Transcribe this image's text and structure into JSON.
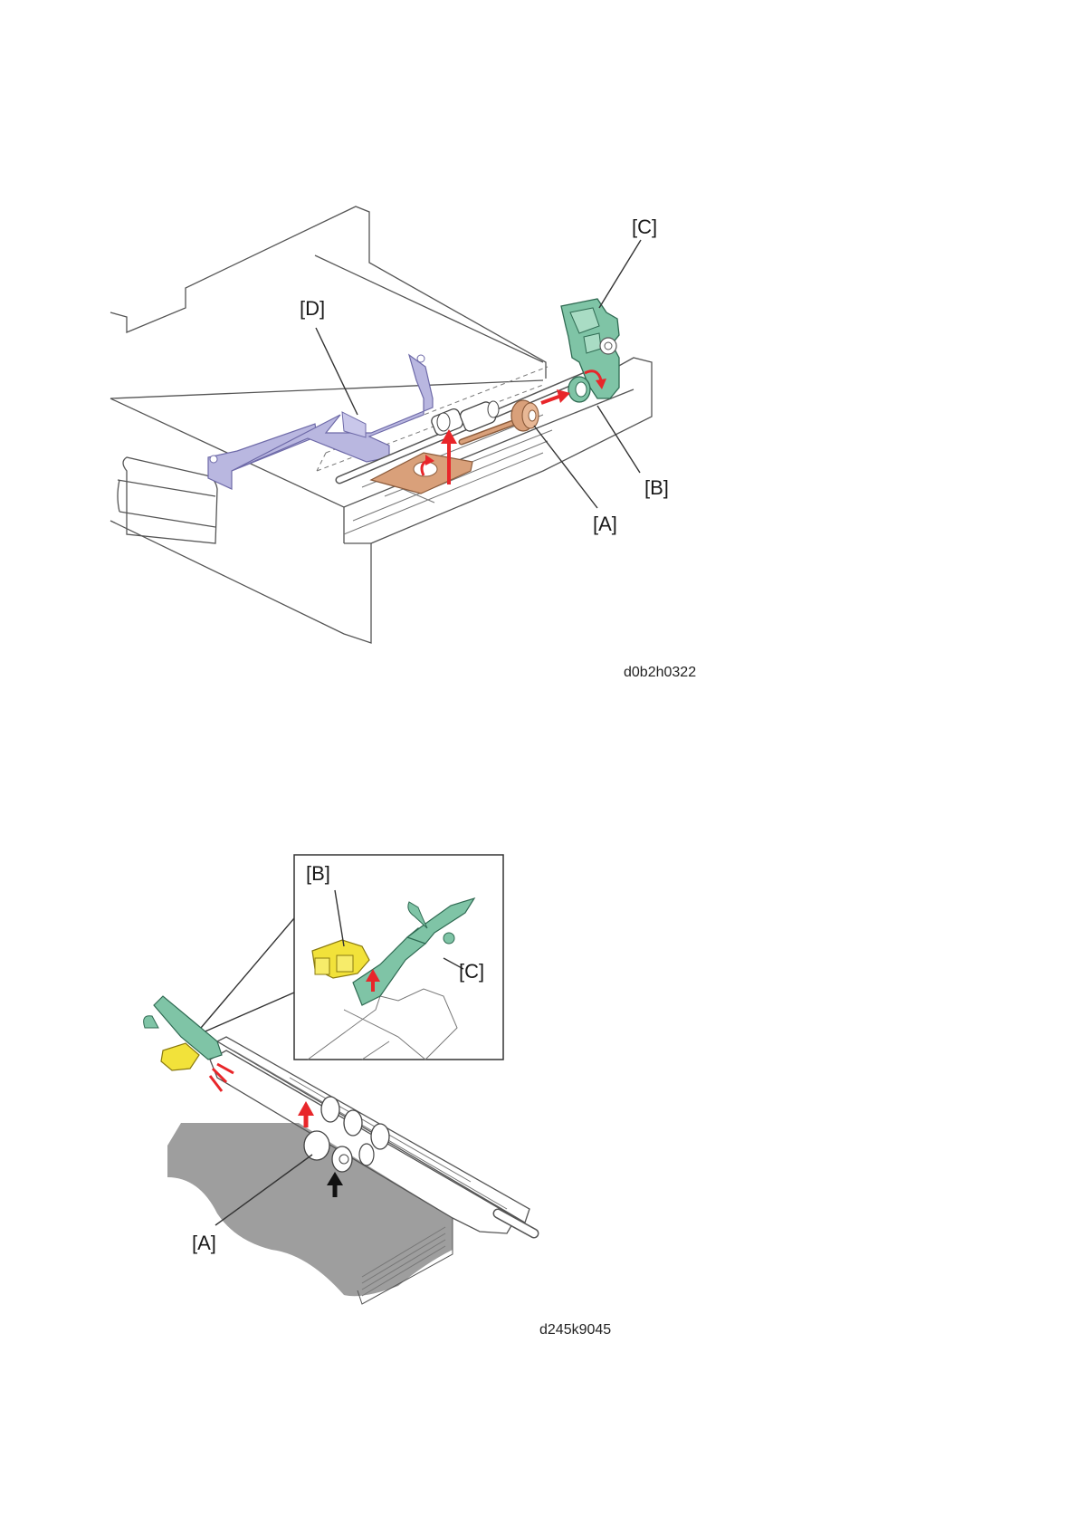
{
  "figure1": {
    "labels": {
      "a": "[A]",
      "b": "[B]",
      "c": "[C]",
      "d": "[D]"
    },
    "code": "d0b2h0322"
  },
  "figure2": {
    "labels": {
      "a": "[A]",
      "b": "[B]",
      "c": "[C]"
    },
    "code": "d245k9045"
  },
  "colors": {
    "green_part": "#7fc4a6",
    "purple_part": "#b9b7e0",
    "copper_part": "#d9a07a",
    "yellow_part": "#f2e23a",
    "arrow_red": "#e8262a",
    "paper_gray": "#9e9e9e"
  }
}
